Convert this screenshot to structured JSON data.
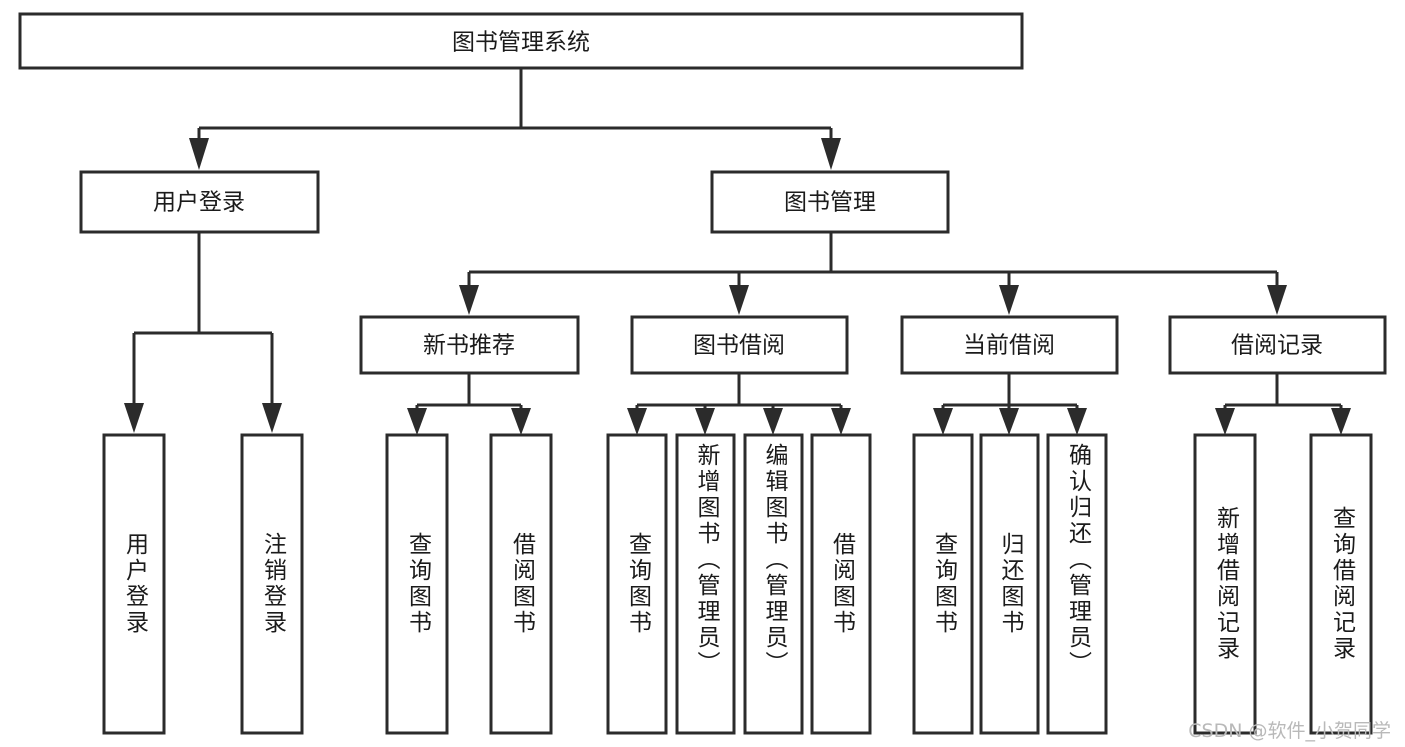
{
  "diagram": {
    "title": "图书管理系统",
    "type": "hierarchy-tree",
    "levels": 4,
    "root": {
      "id": "root",
      "label": "图书管理系统",
      "orientation": "horizontal"
    },
    "level2": [
      {
        "id": "user-login",
        "label": "用户登录",
        "orientation": "horizontal"
      },
      {
        "id": "book-manage",
        "label": "图书管理",
        "orientation": "horizontal"
      }
    ],
    "level3": [
      {
        "id": "new-book-recommend",
        "label": "新书推荐",
        "orientation": "horizontal",
        "parent": "book-manage"
      },
      {
        "id": "book-borrow",
        "label": "图书借阅",
        "orientation": "horizontal",
        "parent": "book-manage"
      },
      {
        "id": "current-borrow",
        "label": "当前借阅",
        "orientation": "horizontal",
        "parent": "book-manage"
      },
      {
        "id": "borrow-record",
        "label": "借阅记录",
        "orientation": "horizontal",
        "parent": "book-manage"
      }
    ],
    "leaves": [
      {
        "id": "leaf-user-login",
        "label": "用户登录",
        "orientation": "vertical",
        "parent": "user-login"
      },
      {
        "id": "leaf-user-logout",
        "label": "注销登录",
        "orientation": "vertical",
        "parent": "user-login"
      },
      {
        "id": "leaf-query-book-1",
        "label": "查询图书",
        "orientation": "vertical",
        "parent": "new-book-recommend"
      },
      {
        "id": "leaf-borrow-book-1",
        "label": "借阅图书",
        "orientation": "vertical",
        "parent": "new-book-recommend"
      },
      {
        "id": "leaf-query-book-2",
        "label": "查询图书",
        "orientation": "vertical",
        "parent": "book-borrow"
      },
      {
        "id": "leaf-add-book",
        "label": "新增图书（管理员）",
        "orientation": "vertical",
        "parent": "book-borrow"
      },
      {
        "id": "leaf-edit-book",
        "label": "编辑图书（管理员）",
        "orientation": "vertical",
        "parent": "book-borrow"
      },
      {
        "id": "leaf-borrow-book-2",
        "label": "借阅图书",
        "orientation": "vertical",
        "parent": "book-borrow"
      },
      {
        "id": "leaf-query-book-3",
        "label": "查询图书",
        "orientation": "vertical",
        "parent": "current-borrow"
      },
      {
        "id": "leaf-return-book",
        "label": "归还图书",
        "orientation": "vertical",
        "parent": "current-borrow"
      },
      {
        "id": "leaf-confirm-return",
        "label": "确认归还（管理员）",
        "orientation": "vertical",
        "parent": "current-borrow"
      },
      {
        "id": "leaf-add-record",
        "label": "新增借阅记录",
        "orientation": "vertical",
        "parent": "borrow-record"
      },
      {
        "id": "leaf-query-record",
        "label": "查询借阅记录",
        "orientation": "vertical",
        "parent": "borrow-record"
      }
    ]
  },
  "watermark": {
    "text": "CSDN @软件_小贺同学",
    "color": "#b9b9b9"
  },
  "colors": {
    "stroke": "#2b2b2b",
    "fill": "#ffffff",
    "text": "#1b1b1b",
    "background": "#ffffff"
  }
}
